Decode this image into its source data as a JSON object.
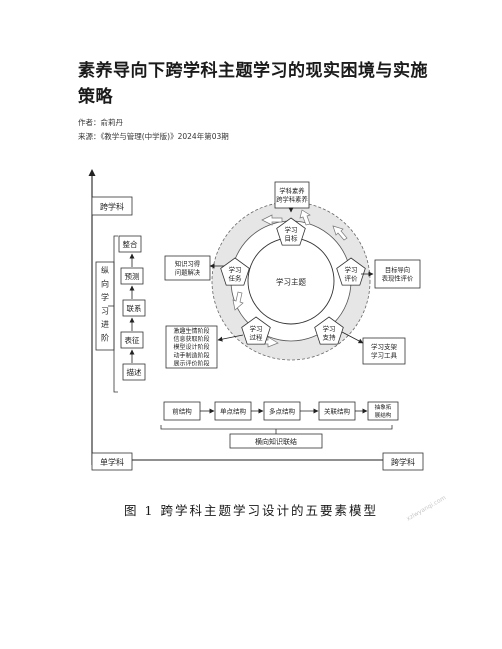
{
  "article": {
    "title": "素养导向下跨学科主题学习的现实困境与实施策略",
    "author_line": "作者：俞莉丹",
    "source_line": "来源：《教学与管理(中学版)》2024年第03期"
  },
  "figure": {
    "caption": "图 1   跨学科主题学习设计的五要素模型",
    "watermark": "xzlwyanqi.com",
    "axis": {
      "top": "跨学科",
      "bottom_left": "单学科",
      "right": "跨学科"
    },
    "vertical_group": "纵向学习进阶",
    "ladder": [
      "整合",
      "预测",
      "联系",
      "表征",
      "描述"
    ],
    "core": "学习主题",
    "elements": {
      "goal": "学习\n目标",
      "task": "学习\n任务",
      "evaluation": "学习\n评价",
      "process": "学习\n过程",
      "support": "学习\n支持"
    },
    "outer_boxes": {
      "goal": "学科素养\n跨学科素养",
      "task": "知识习得\n问题解决",
      "evaluation": "目标导向\n表现性评价",
      "process": "激趣生情阶段\n信息获取阶段\n模型设计阶段\n动手制造阶段\n展示评价阶段",
      "support": "学习支架\n学习工具"
    },
    "structure_chain": [
      "前结构",
      "单点结构",
      "多点结构",
      "关联结构",
      "抽象拓\n展结构"
    ],
    "horizontal_group": "横向知识联结"
  }
}
